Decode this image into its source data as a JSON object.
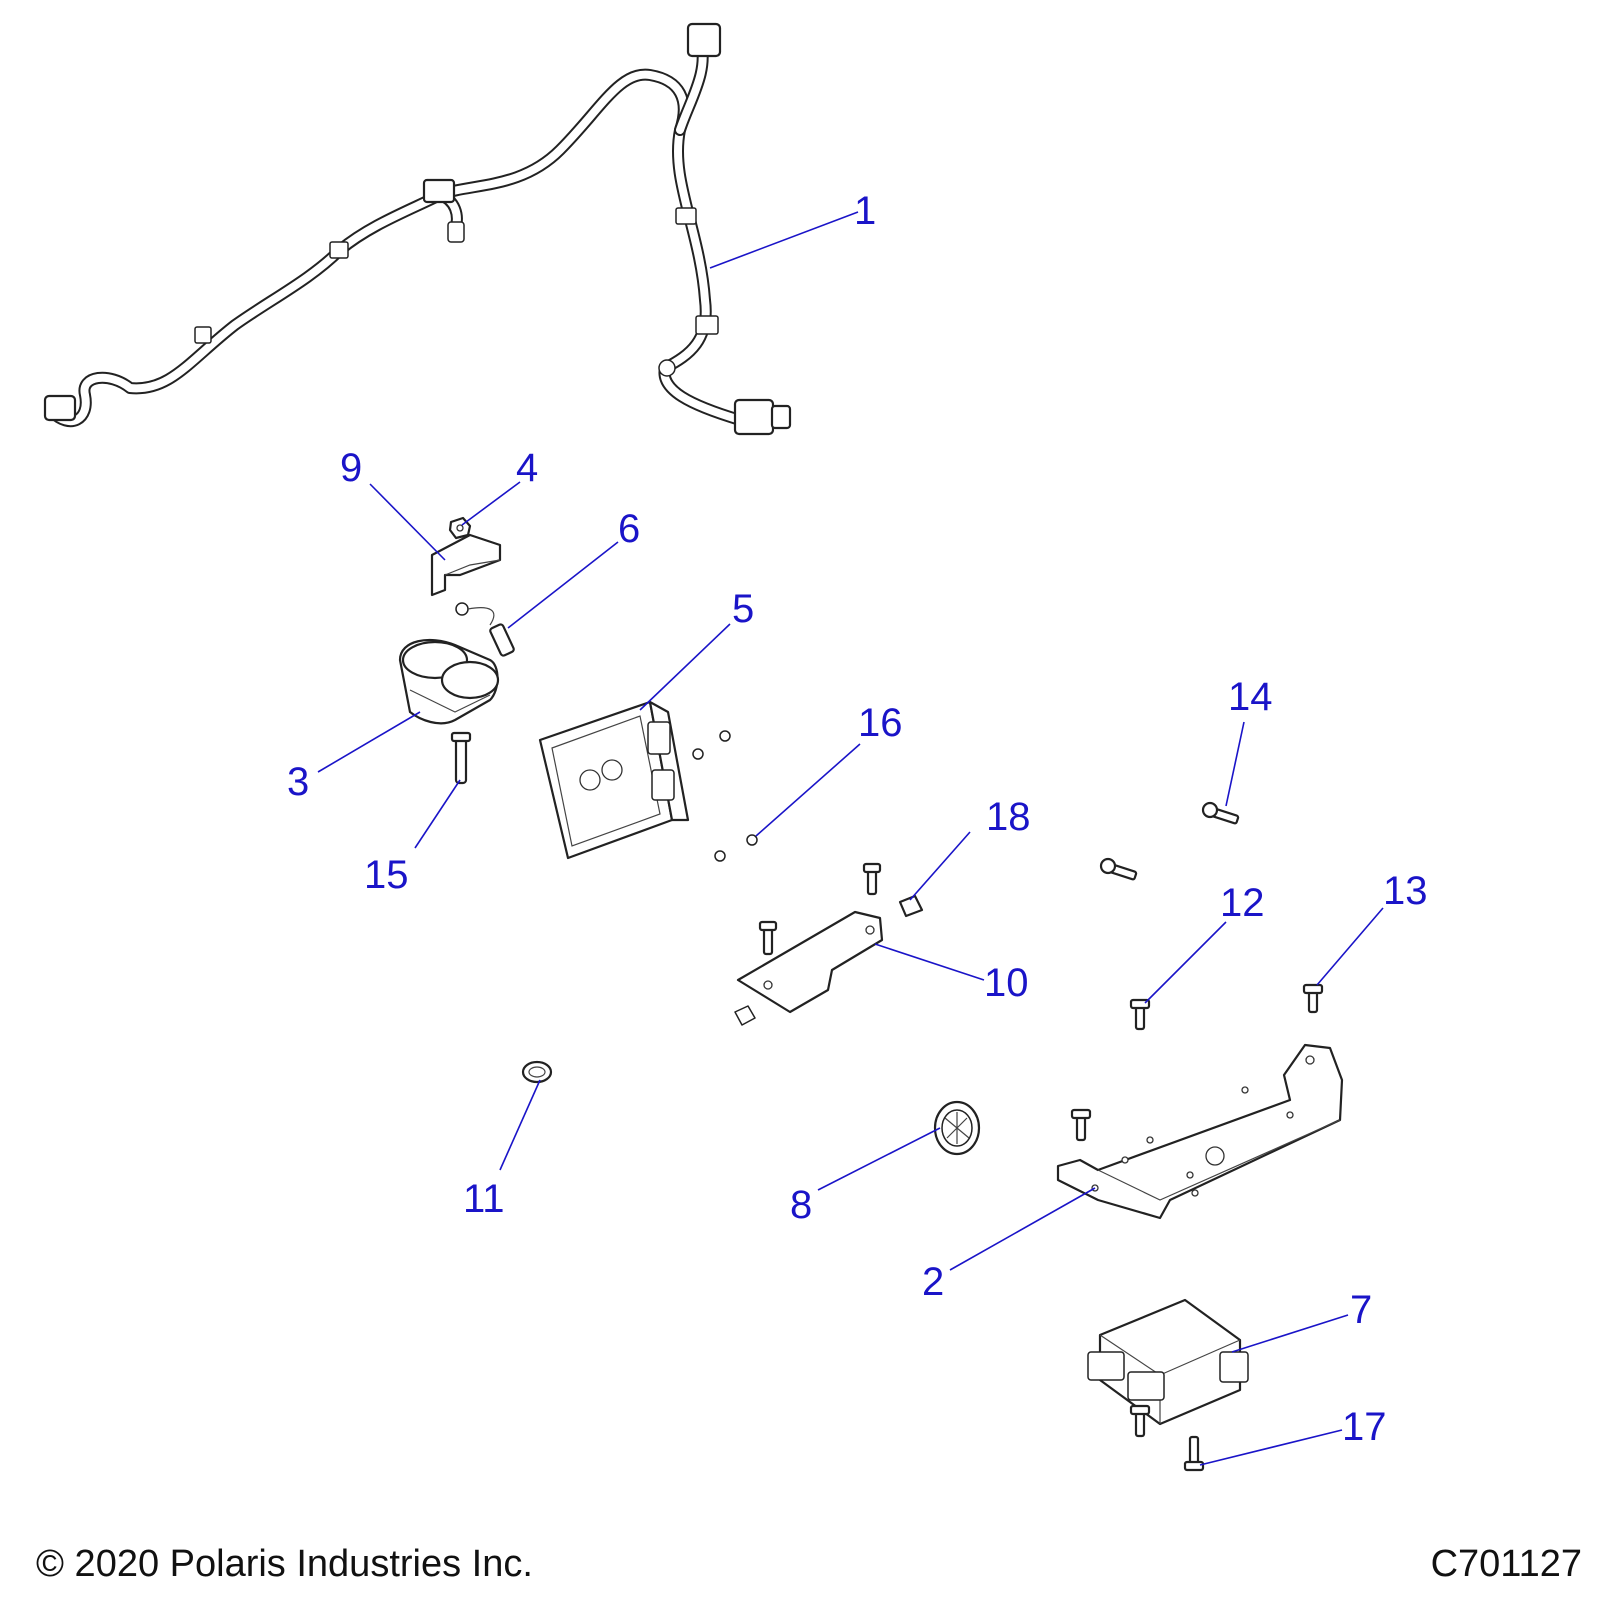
{
  "callouts": [
    {
      "id": "1",
      "label": "1"
    },
    {
      "id": "2",
      "label": "2"
    },
    {
      "id": "3",
      "label": "3"
    },
    {
      "id": "4",
      "label": "4"
    },
    {
      "id": "5",
      "label": "5"
    },
    {
      "id": "6",
      "label": "6"
    },
    {
      "id": "7",
      "label": "7"
    },
    {
      "id": "8",
      "label": "8"
    },
    {
      "id": "9",
      "label": "9"
    },
    {
      "id": "10",
      "label": "10"
    },
    {
      "id": "11",
      "label": "11"
    },
    {
      "id": "12",
      "label": "12"
    },
    {
      "id": "13",
      "label": "13"
    },
    {
      "id": "14",
      "label": "14"
    },
    {
      "id": "15",
      "label": "15"
    },
    {
      "id": "16",
      "label": "16"
    },
    {
      "id": "17",
      "label": "17"
    },
    {
      "id": "18",
      "label": "18"
    }
  ],
  "footer": {
    "copyright": "© 2020 Polaris Industries Inc.",
    "figure_code": "C701127"
  },
  "colors": {
    "callout": "#1a14c8",
    "line_art": "#222222",
    "background": "#ffffff"
  }
}
